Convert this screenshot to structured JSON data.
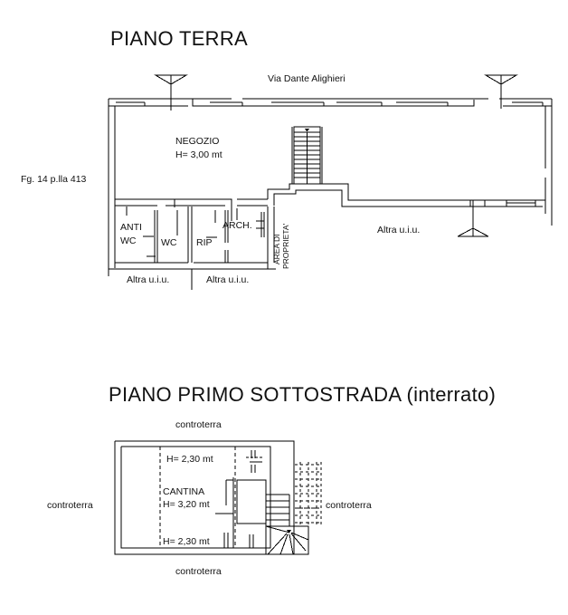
{
  "document": {
    "type": "architectural-floor-plan",
    "cadastral_reference": "Fg. 14 p.lla 413"
  },
  "ground_floor": {
    "title": "PIANO TERRA",
    "street_label": "Via Dante Alighieri",
    "main_room": {
      "name": "NEGOZIO",
      "height": "H= 3,00 mt"
    },
    "rooms": [
      {
        "label": "ANTI"
      },
      {
        "label": "WC"
      },
      {
        "label": "WC"
      },
      {
        "label": "RIP"
      },
      {
        "label": "ARCH."
      }
    ],
    "area_property_label_line1": "AREA DI",
    "area_property_label_line2": "PROPRIETA'",
    "neighbour_units": [
      {
        "label": "Altra u.i.u."
      },
      {
        "label": "Altra u.i.u."
      },
      {
        "label": "Altra u.i.u."
      }
    ],
    "staircase": {
      "direction_marker": "up-arrow",
      "steps": 11
    }
  },
  "basement_floor": {
    "title": "PIANO PRIMO SOTTOSTRADA (interrato)",
    "main_room": {
      "name": "CANTINA",
      "height": "H= 3,20 mt"
    },
    "heights": [
      {
        "value": "H= 2,30 mt"
      },
      {
        "value": "H= 2,30 mt"
      }
    ],
    "surroundings": [
      {
        "label": "controterra",
        "position": "top"
      },
      {
        "label": "controterra",
        "position": "left"
      },
      {
        "label": "controterra",
        "position": "right"
      },
      {
        "label": "controterra",
        "position": "bottom"
      }
    ]
  },
  "colors": {
    "ink": "#000000",
    "paper": "#ffffff"
  }
}
